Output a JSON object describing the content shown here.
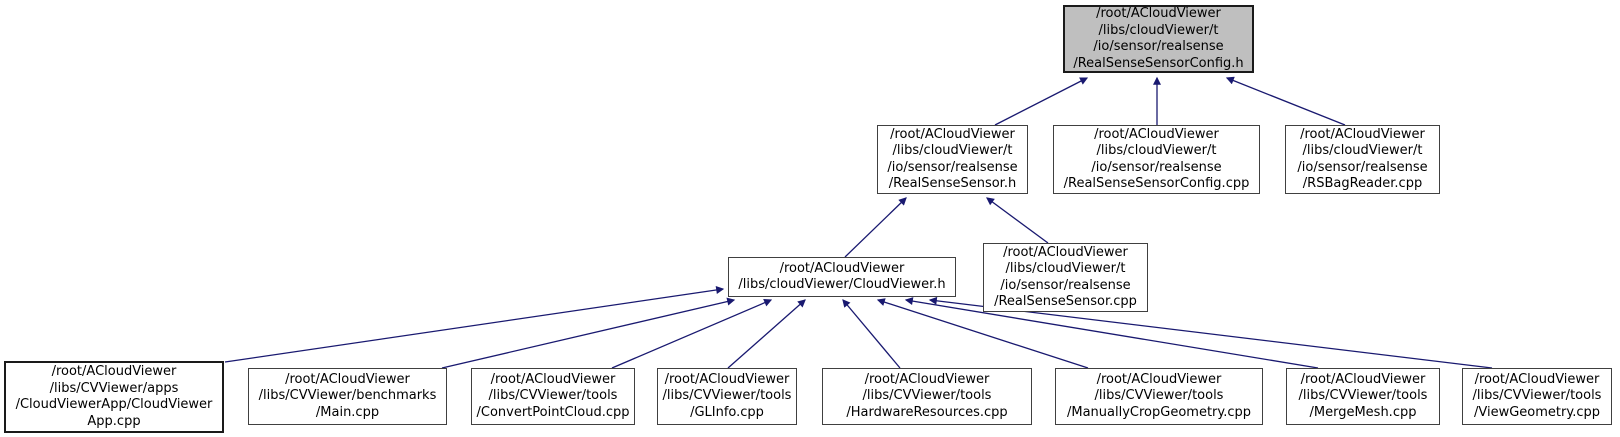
{
  "graph": {
    "type": "include-dependency-graph",
    "edge_color": "#191970",
    "node_fill": "#ffffff",
    "root_fill": "#bfbfbf",
    "node_border_color": "#404040",
    "nodes": [
      {
        "id": "realsense-sensor-config-h",
        "role": "root",
        "lines": [
          "/root/ACloudViewer",
          "/libs/cloudViewer/t",
          "/io/sensor/realsense",
          "/RealSenseSensorConfig.h"
        ]
      },
      {
        "id": "realsense-sensor-h",
        "role": "header",
        "lines": [
          "/root/ACloudViewer",
          "/libs/cloudViewer/t",
          "/io/sensor/realsense",
          "/RealSenseSensor.h"
        ]
      },
      {
        "id": "realsense-sensor-config-cpp",
        "role": "source",
        "lines": [
          "/root/ACloudViewer",
          "/libs/cloudViewer/t",
          "/io/sensor/realsense",
          "/RealSenseSensorConfig.cpp"
        ]
      },
      {
        "id": "rsbag-reader-cpp",
        "role": "source",
        "lines": [
          "/root/ACloudViewer",
          "/libs/cloudViewer/t",
          "/io/sensor/realsense",
          "/RSBagReader.cpp"
        ]
      },
      {
        "id": "cloudviewer-h",
        "role": "header",
        "lines": [
          "/root/ACloudViewer",
          "/libs/cloudViewer/CloudViewer.h"
        ]
      },
      {
        "id": "realsense-sensor-cpp",
        "role": "source",
        "lines": [
          "/root/ACloudViewer",
          "/libs/cloudViewer/t",
          "/io/sensor/realsense",
          "/RealSenseSensor.cpp"
        ]
      },
      {
        "id": "cloudviewer-app-cpp",
        "role": "source",
        "lines": [
          "/root/ACloudViewer",
          "/libs/CVViewer/apps",
          "/CloudViewerApp/CloudViewer",
          "App.cpp"
        ]
      },
      {
        "id": "main-cpp",
        "role": "source",
        "lines": [
          "/root/ACloudViewer",
          "/libs/CVViewer/benchmarks",
          "/Main.cpp"
        ]
      },
      {
        "id": "convert-point-cloud-cpp",
        "role": "source",
        "lines": [
          "/root/ACloudViewer",
          "/libs/CVViewer/tools",
          "/ConvertPointCloud.cpp"
        ]
      },
      {
        "id": "glinfo-cpp",
        "role": "source",
        "lines": [
          "/root/ACloudViewer",
          "/libs/CVViewer/tools",
          "/GLInfo.cpp"
        ]
      },
      {
        "id": "hardware-resources-cpp",
        "role": "source",
        "lines": [
          "/root/ACloudViewer",
          "/libs/CVViewer/tools",
          "/HardwareResources.cpp"
        ]
      },
      {
        "id": "manually-crop-geometry-cpp",
        "role": "source",
        "lines": [
          "/root/ACloudViewer",
          "/libs/CVViewer/tools",
          "/ManuallyCropGeometry.cpp"
        ]
      },
      {
        "id": "merge-mesh-cpp",
        "role": "source",
        "lines": [
          "/root/ACloudViewer",
          "/libs/CVViewer/tools",
          "/MergeMesh.cpp"
        ]
      },
      {
        "id": "view-geometry-cpp",
        "role": "source",
        "lines": [
          "/root/ACloudViewer",
          "/libs/CVViewer/tools",
          "/ViewGeometry.cpp"
        ]
      }
    ],
    "edges": [
      {
        "from": "realsense-sensor-h",
        "to": "realsense-sensor-config-h"
      },
      {
        "from": "realsense-sensor-config-cpp",
        "to": "realsense-sensor-config-h"
      },
      {
        "from": "rsbag-reader-cpp",
        "to": "realsense-sensor-config-h"
      },
      {
        "from": "cloudviewer-h",
        "to": "realsense-sensor-h"
      },
      {
        "from": "realsense-sensor-cpp",
        "to": "realsense-sensor-h"
      },
      {
        "from": "cloudviewer-app-cpp",
        "to": "cloudviewer-h"
      },
      {
        "from": "main-cpp",
        "to": "cloudviewer-h"
      },
      {
        "from": "convert-point-cloud-cpp",
        "to": "cloudviewer-h"
      },
      {
        "from": "glinfo-cpp",
        "to": "cloudviewer-h"
      },
      {
        "from": "hardware-resources-cpp",
        "to": "cloudviewer-h"
      },
      {
        "from": "manually-crop-geometry-cpp",
        "to": "cloudviewer-h"
      },
      {
        "from": "merge-mesh-cpp",
        "to": "cloudviewer-h"
      },
      {
        "from": "view-geometry-cpp",
        "to": "cloudviewer-h"
      }
    ]
  }
}
